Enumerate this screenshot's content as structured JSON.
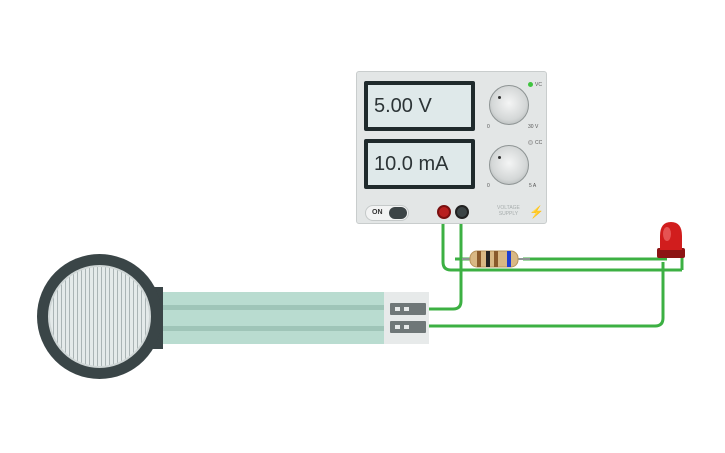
{
  "power_supply": {
    "voltage_display": "5.00 V",
    "current_display": "10.0 mA",
    "voltage_knob_min": "0",
    "voltage_knob_max": "30 V",
    "current_knob_min": "0",
    "current_knob_max": "5 A",
    "cv_label": "VC",
    "cc_label": "CC",
    "switch_label": "ON",
    "brand_label_line1": "VOLTAGE",
    "brand_label_line2": "SUPPLY"
  },
  "colors": {
    "wire": "#3cb043",
    "led_red": "#d11d1d",
    "positive_terminal": "#b81f1f",
    "negative_terminal": "#3c4446"
  },
  "components": {
    "resistor_icon": "resistor-icon",
    "led_icon": "led-icon",
    "sensor_icon": "force-sensor-icon"
  }
}
